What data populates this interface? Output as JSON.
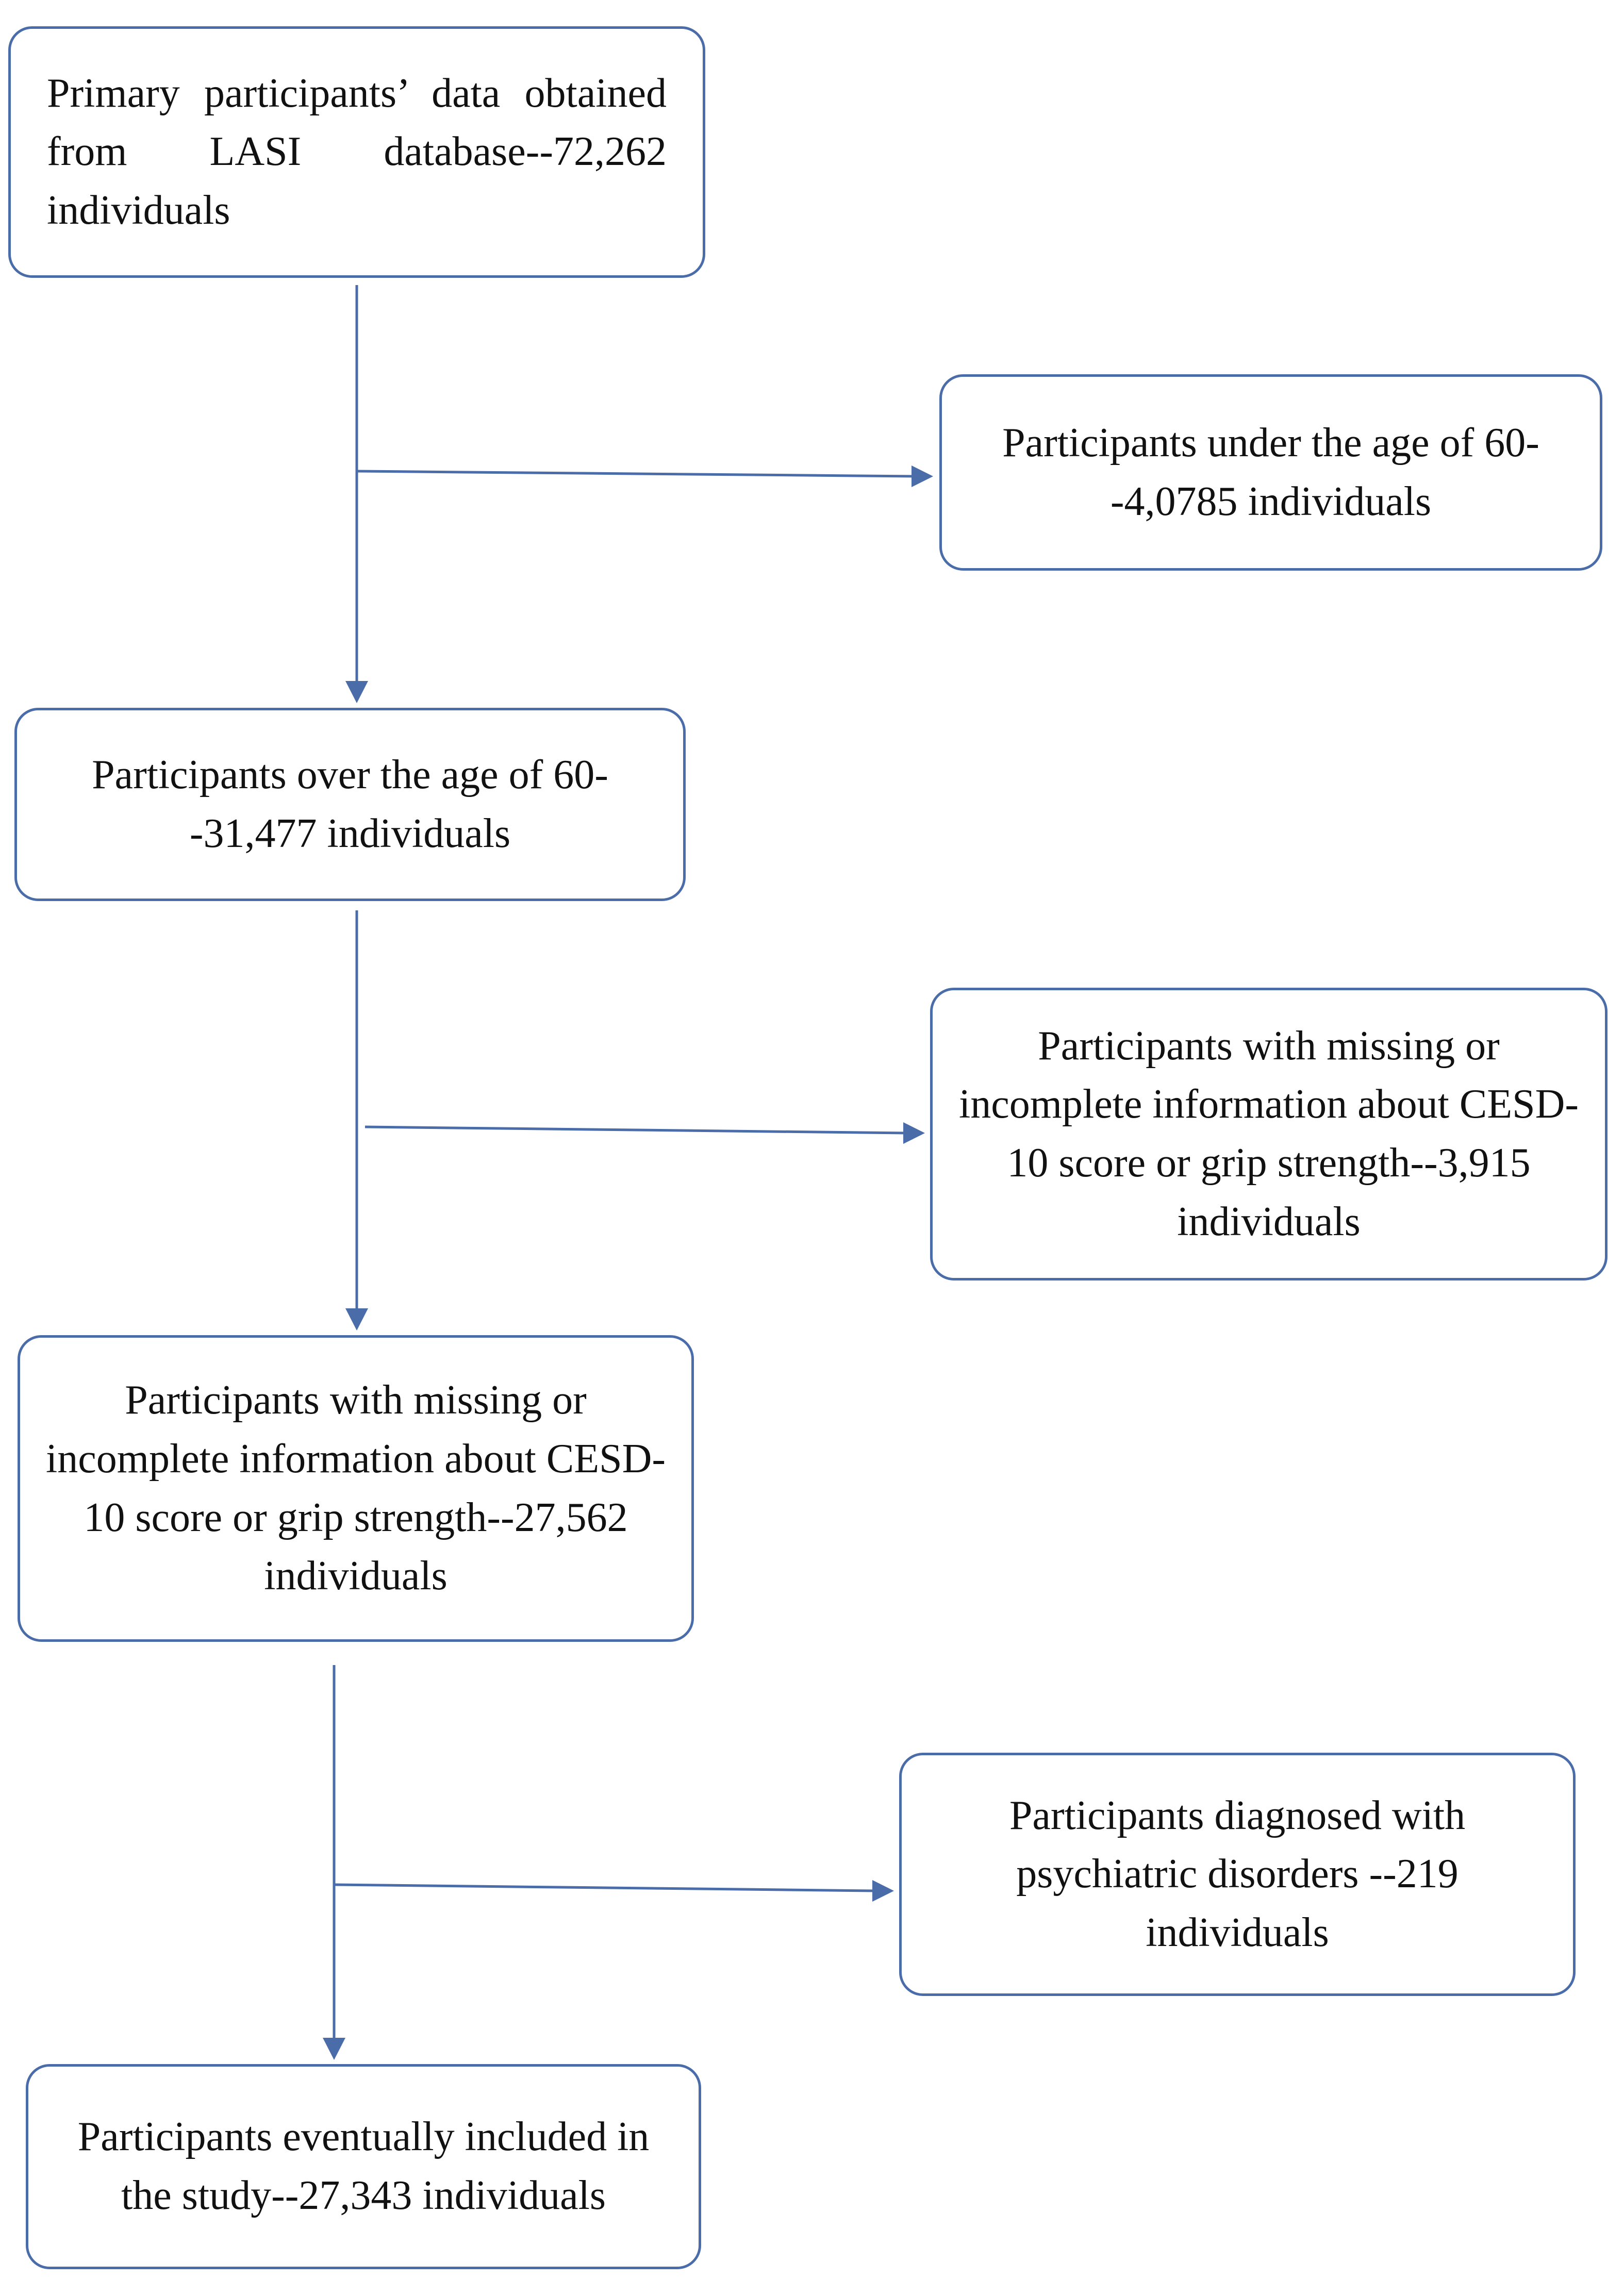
{
  "diagram": {
    "line_color": "#4a6ca8",
    "boxes": {
      "primary": "Primary participants’ data obtained from LASI database--72,262 individuals",
      "exclude_age": "Participants under the age of 60--4,0785 individuals",
      "over_60": "Participants over the age of 60--31,477 individuals",
      "exclude_missing": "Participants with missing or incomplete information about CESD-10 score or grip strength--3,915 individuals",
      "missing_remaining": "Participants with missing or incomplete information about CESD-10 score or grip strength--27,562 individuals",
      "exclude_psych": "Participants diagnosed with psychiatric disorders --219 individuals",
      "final": "Participants eventually included in the study--27,343 individuals"
    }
  }
}
